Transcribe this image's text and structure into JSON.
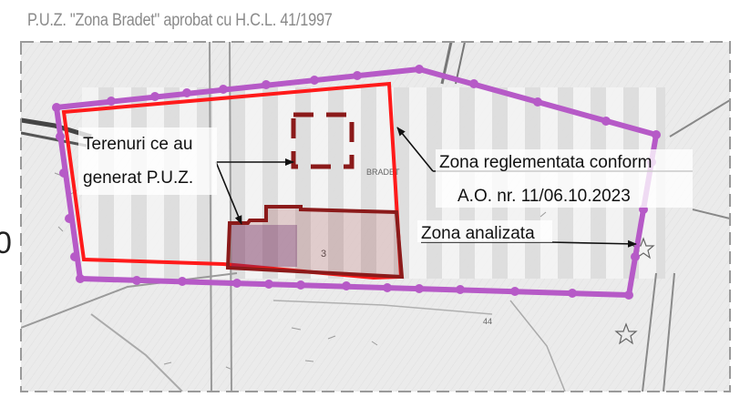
{
  "caption": "P.U.Z. \"Zona Bradet\" aprobat cu H.C.L. 41/1997",
  "edge_mark": "0",
  "labels": {
    "terenuri_line1": "Terenuri ce au",
    "terenuri_line2": "generat P.U.Z.",
    "zona_reg_line1": "Zona reglementata conform",
    "zona_reg_line2": "A.O. nr. 11/06.10.2023",
    "zona_analizata": "Zona analizata"
  },
  "map_text": {
    "bradet": "BRADET",
    "parcel_3": "3",
    "parcel_44": "44"
  },
  "colors": {
    "analyzed_zone": "#b65ac7",
    "regulated_zone": "#ff1a1a",
    "puz_parcels": "#8b1a1a",
    "frame": "#9a9a9a"
  }
}
